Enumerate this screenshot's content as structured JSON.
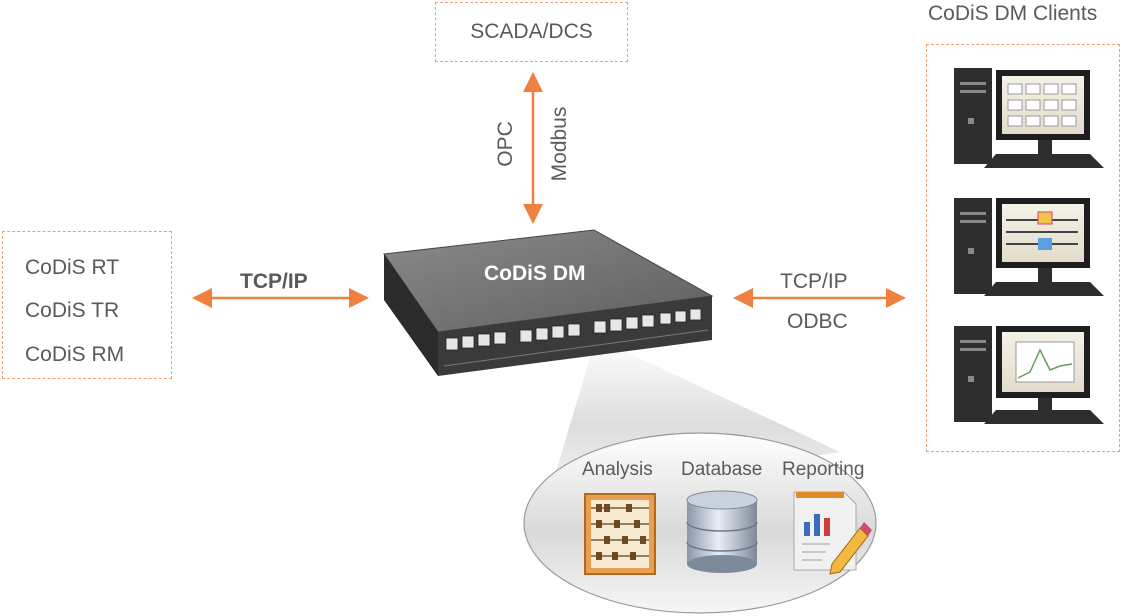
{
  "scada": {
    "label": "SCADA/DCS"
  },
  "scada_link": {
    "label_1": "OPC",
    "label_2": "Modbus"
  },
  "left_systems": {
    "items": [
      "CoDiS RT",
      "CoDiS TR",
      "CoDiS RM"
    ]
  },
  "left_link": {
    "label": "TCP/IP"
  },
  "device": {
    "label": "CoDiS DM"
  },
  "right_link": {
    "label_1": "TCP/IP",
    "label_2": "ODBC"
  },
  "clients": {
    "title": "CoDiS DM Clients"
  },
  "modules": {
    "items": [
      "Analysis",
      "Database",
      "Reporting"
    ]
  },
  "colors": {
    "accent": "#f08040",
    "dashed_border": "#f0a070",
    "device_body": "#3a3a3a"
  }
}
